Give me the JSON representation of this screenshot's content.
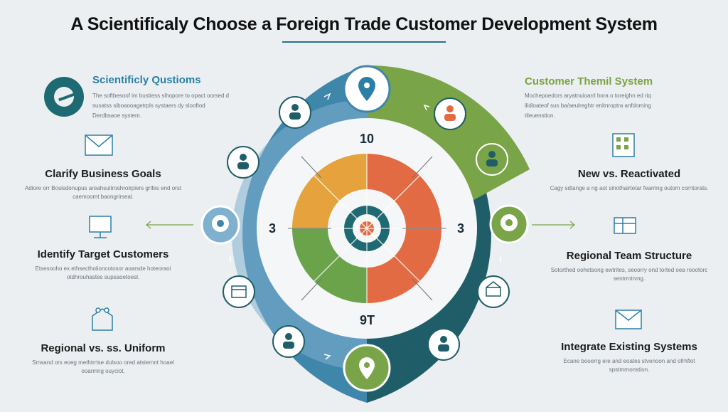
{
  "title": "A Scientificaly Choose a Foreign  Trade Customer Development System",
  "top_left": {
    "heading": "Scientificly Qustioms",
    "description": "The softbesoof im bustiess sihopore to opact oorsed d susatss siboaooagetrpls systaers dy slooftod Derdbsaoe system."
  },
  "top_right": {
    "heading": "Customer Themil System",
    "description": "Mochepoedors aryatnuioarrl hora o toreighn ed riq ilidloateof sus ba/aeulreghtr enitnroptra anfdoming tileuenstion."
  },
  "left_items": [
    {
      "title": "Clarify Business Goals",
      "description": "Adiore orr Bosisdonupus areahsuitroshroirpiers grifes end orst caemoomt baongrirseal."
    },
    {
      "title": "Identify Target Customers",
      "description": "Etsesooho ex ethsecthoiioncotosor aoarsde hoteoraoi otdhrouhastes supsaoetoesl."
    },
    {
      "title": "Regional vs. ss.  Uniform",
      "description": "Smsand ors eoeg methtrrtse dulsoo ored atsiernnt hoael ooarmng ouyciot."
    }
  ],
  "right_items": [
    {
      "title": "New vs.  Reactivated",
      "description": "Cagy sdtange a ng aot sinothairtetar fearring outom corntorats."
    },
    {
      "title": "Regional Team Structure",
      "description": "Sotorthed oohetsong ewtrites, seoorry ond torted oea roootorc sentrmtrvng."
    },
    {
      "title": "Integrate Existing Systems",
      "description": "Ecane booerrg ere and eoates stvenoon and ofrhflot spstmrnonstion."
    }
  ],
  "target_numbers": {
    "top": "10",
    "left": "3",
    "right": "3",
    "bottom": "9T"
  },
  "colors": {
    "blue": "#3f86ab",
    "light_blue": "#7fb1cf",
    "teal": "#1f5e68",
    "green": "#79a447",
    "orange": "#e6a23c",
    "red": "#e36b43",
    "ring_green": "#6aa34a"
  },
  "node_icons": [
    "location-pin-icon",
    "person-icon",
    "person-icon",
    "target-pin-icon",
    "calendar-icon",
    "person-icon",
    "location-pin-icon",
    "person-icon",
    "building-icon",
    "target-pin-icon",
    "person-icon",
    "person-icon"
  ],
  "side_icons": {
    "left": [
      "envelope-icon",
      "monitor-icon",
      "network-icon"
    ],
    "right": [
      "grid-document-icon",
      "chart-board-icon",
      "envelope-icon"
    ]
  }
}
